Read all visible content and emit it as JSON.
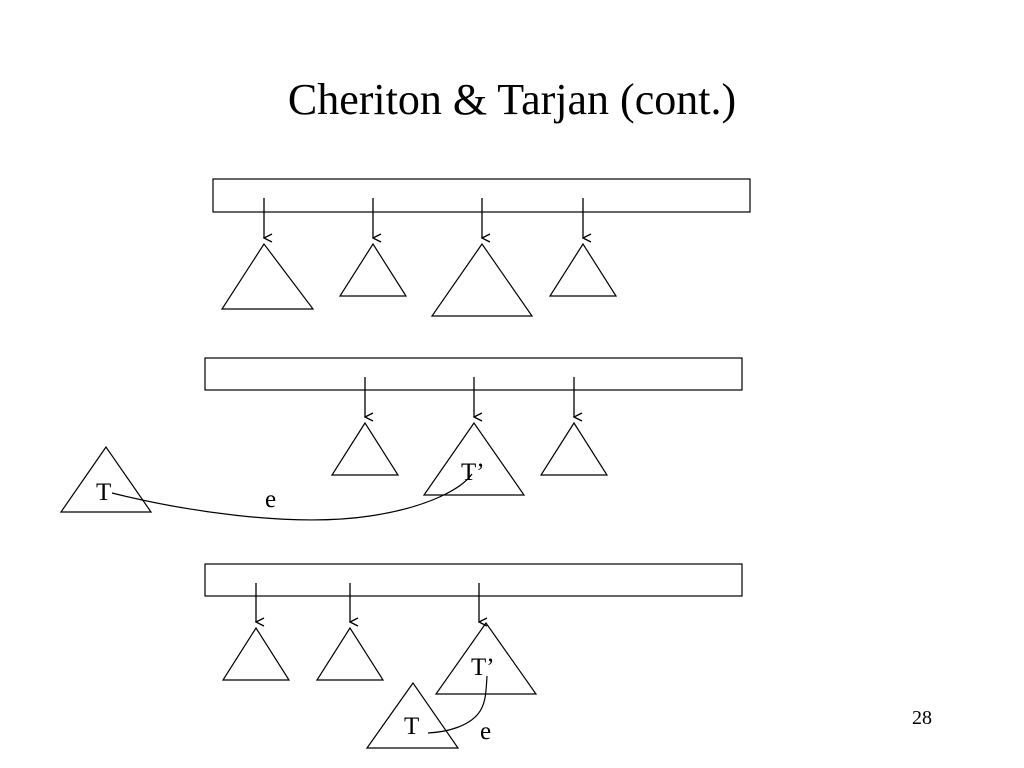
{
  "slide": {
    "title": "Cheriton & Tarjan (cont.)",
    "page_number": "28"
  },
  "diagram": {
    "labels": {
      "tree_t": "T",
      "tree_t_prime": "T’",
      "edge": "e"
    }
  }
}
